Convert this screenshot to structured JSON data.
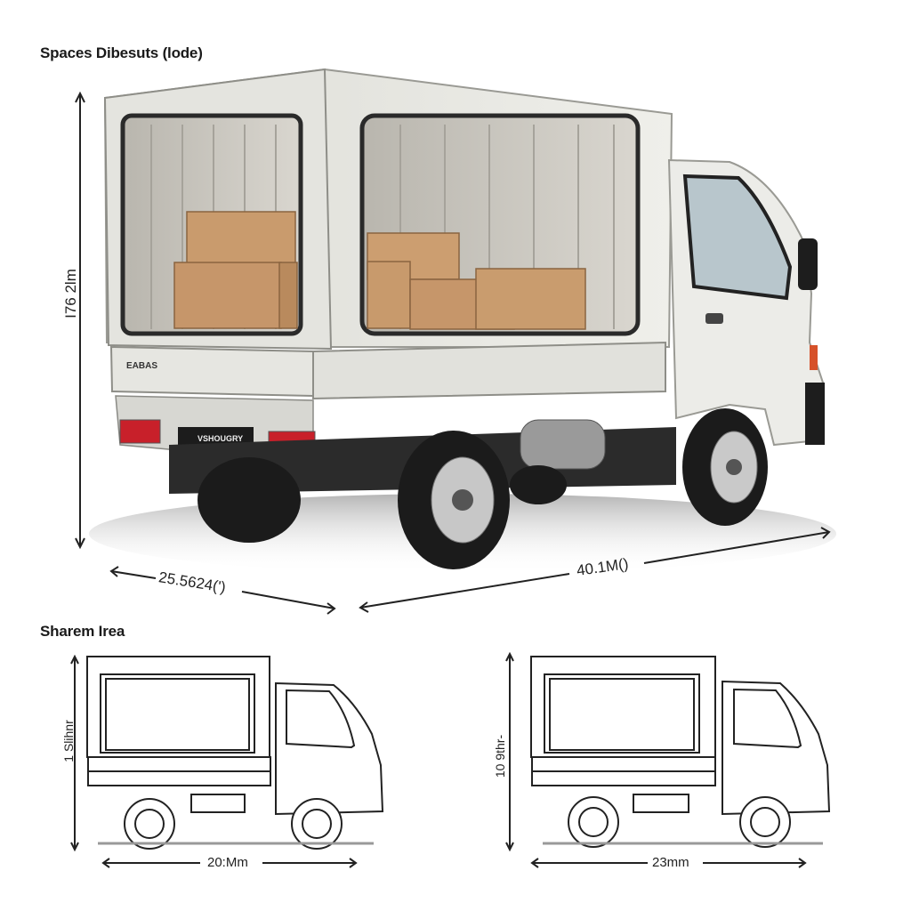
{
  "top_section": {
    "title": "Spaces Dibesuts (lode)",
    "height_label": "I76 2lm",
    "rear_width_label": "25.5624(')",
    "length_label": "40.1M()",
    "truck": {
      "rear_badge": "EABAS",
      "plate_text": "VSHOUGRY",
      "body_color": "#e8e8e4",
      "cargo_color": "#c89a6c",
      "taillight_color": "#c8202a"
    }
  },
  "bottom_section": {
    "title": "Sharem Irea",
    "left_drawing": {
      "height_label": "1 Slihnr",
      "length_label": "20:Mm"
    },
    "right_drawing": {
      "height_label": "10 9thr-",
      "length_label": "23mm"
    }
  }
}
